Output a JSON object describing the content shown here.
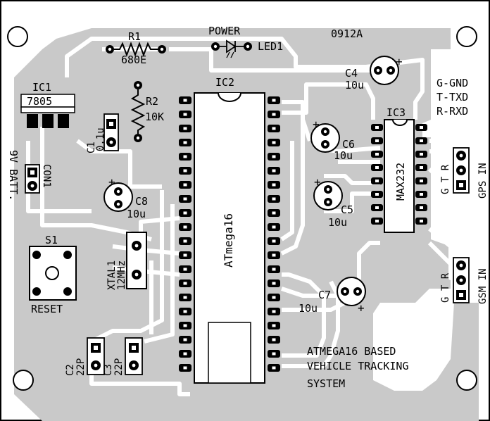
{
  "board": {
    "code": "0912A",
    "title_lines": [
      "ATMEGA16 BASED",
      "VEHICLE TRACKING",
      "SYSTEM"
    ]
  },
  "components": {
    "power": "POWER",
    "led1": "LED1",
    "r1_name": "R1",
    "r1_value": "680E",
    "r2_name": "R2",
    "r2_value": "10K",
    "ic1_name": "IC1",
    "ic1_part": "7805",
    "c1_name": "C1",
    "c1_value": "0.1u",
    "batt_name": "9V BATT.",
    "con1": "CON1",
    "c8_name": "C8",
    "c8_value": "10u",
    "s1": "S1",
    "reset": "RESET",
    "xtal_name": "XTAL1",
    "xtal_value": "12MHz",
    "c2_name": "C2",
    "c2_value": "22P",
    "c3_name": "C3",
    "c3_value": "22P",
    "ic2_name": "IC2",
    "ic2_part": "ATmega16",
    "ic3_name": "IC3",
    "ic3_part": "MAX232",
    "c4_name": "C4",
    "c4_value": "10u",
    "c5_name": "C5",
    "c5_value": "10u",
    "c6_name": "C6",
    "c6_value": "10u",
    "c7_name": "C7",
    "c7_value": "10u",
    "plus": "+"
  },
  "legend": {
    "gnd": "G-GND",
    "txd": "T-TXD",
    "rxd": "R-RXD"
  },
  "connectors": {
    "gps": "GPS IN",
    "gsm": "GSM IN",
    "gtr": "G T R"
  }
}
